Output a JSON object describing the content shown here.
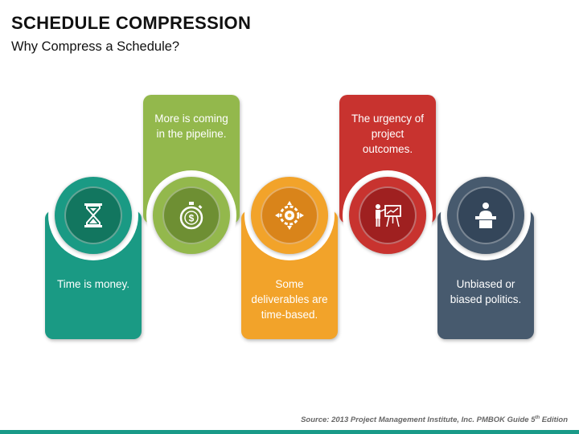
{
  "title": "SCHEDULE COMPRESSION",
  "subtitle": "Why Compress a Schedule?",
  "steps": [
    {
      "text": "Time is money.",
      "color": "#1a9a84",
      "dark": "#12765f",
      "icon": "hourglass-icon"
    },
    {
      "text": "More is coming in the pipeline.",
      "color": "#93b84c",
      "dark": "#6e8f33",
      "icon": "stopwatch-dollar-icon"
    },
    {
      "text": "Some deliverables are time-based.",
      "color": "#f2a32a",
      "dark": "#d9841a",
      "icon": "target-gear-icon"
    },
    {
      "text": "The urgency of project outcomes.",
      "color": "#c8332f",
      "dark": "#9f2020",
      "icon": "presentation-icon"
    },
    {
      "text": "Unbiased or biased politics.",
      "color": "#475a6e",
      "dark": "#34465a",
      "icon": "speaker-podium-icon"
    }
  ],
  "source": {
    "text": "Source: 2013 Project Management Institute, Inc. PMBOK Guide 5",
    "sup": "th",
    "suffix": " Edition"
  }
}
